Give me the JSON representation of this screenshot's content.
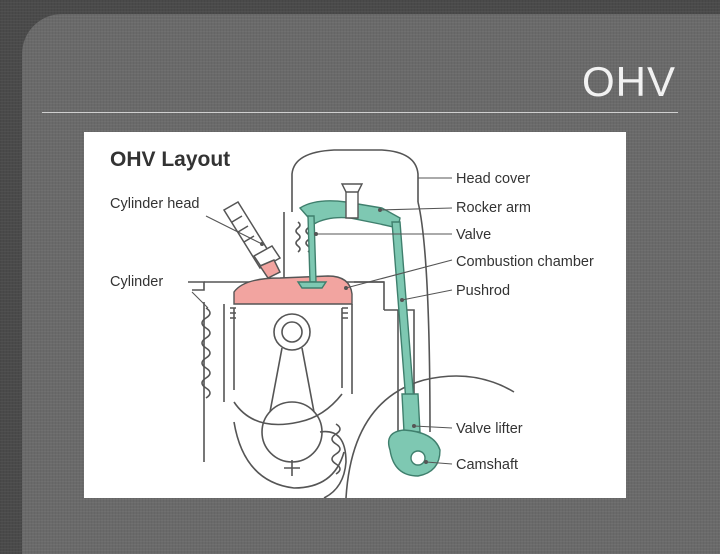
{
  "slide": {
    "title": "OHV"
  },
  "diagram": {
    "heading": "OHV Layout",
    "labels": {
      "cylinder_head": "Cylinder head",
      "cylinder": "Cylinder",
      "head_cover": "Head cover",
      "rocker_arm": "Rocker arm",
      "valve": "Valve",
      "combustion_chamber": "Combustion chamber",
      "pushrod": "Pushrod",
      "valve_lifter": "Valve lifter",
      "camshaft": "Camshaft"
    },
    "colors": {
      "valvetrain": "#7ec8b2",
      "combustion_chamber": "#f2a4a0",
      "outline": "#555555"
    }
  }
}
